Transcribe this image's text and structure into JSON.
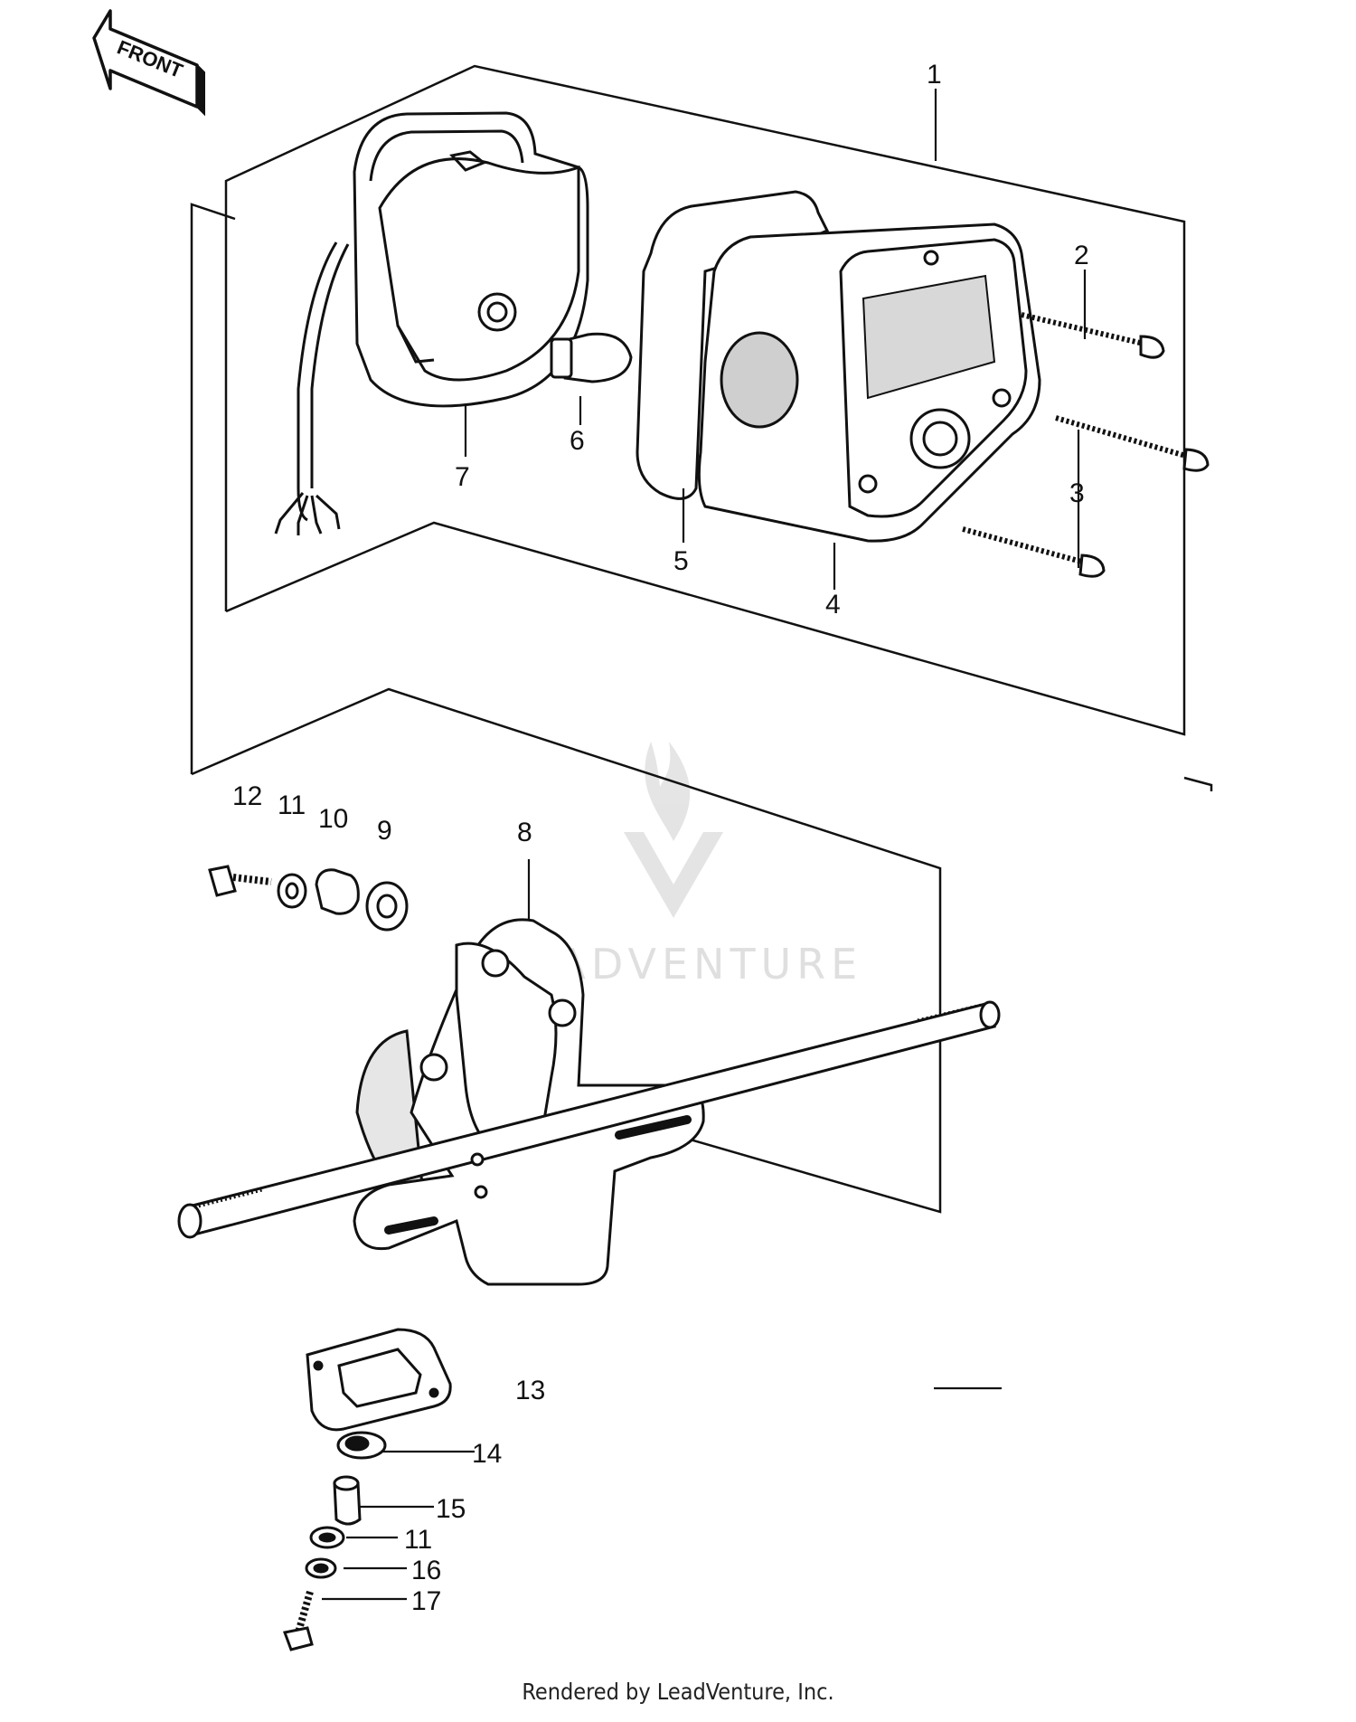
{
  "front_label": "FRONT",
  "watermark": "LEADVENTURE",
  "footer_text": "Rendered by LeadVenture, Inc.",
  "callouts": [
    {
      "id": "c1",
      "text": "1"
    },
    {
      "id": "c2",
      "text": "2"
    },
    {
      "id": "c3",
      "text": "3"
    },
    {
      "id": "c4",
      "text": "4"
    },
    {
      "id": "c5",
      "text": "5"
    },
    {
      "id": "c6",
      "text": "6"
    },
    {
      "id": "c7",
      "text": "7"
    },
    {
      "id": "c8",
      "text": "8"
    },
    {
      "id": "c9",
      "text": "9"
    },
    {
      "id": "c10",
      "text": "10"
    },
    {
      "id": "c11a",
      "text": "11"
    },
    {
      "id": "c12",
      "text": "12"
    },
    {
      "id": "c13",
      "text": "13"
    },
    {
      "id": "c14",
      "text": "14"
    },
    {
      "id": "c15",
      "text": "15"
    },
    {
      "id": "c11b",
      "text": "11"
    },
    {
      "id": "c16",
      "text": "16"
    },
    {
      "id": "c17",
      "text": "17"
    }
  ]
}
